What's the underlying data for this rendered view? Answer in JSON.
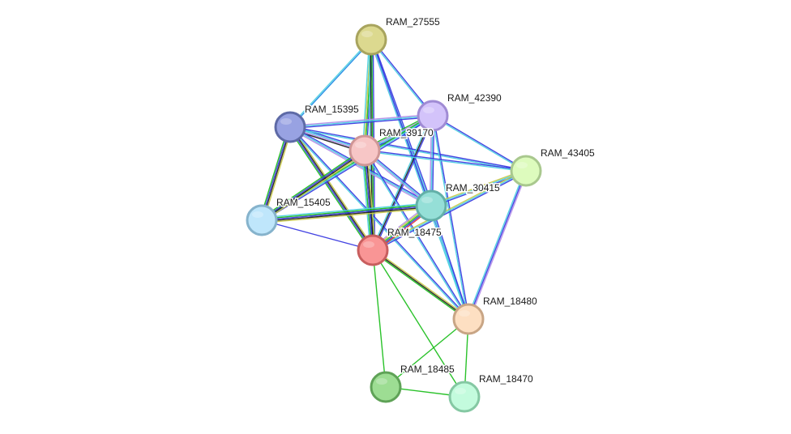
{
  "nodes": [
    {
      "id": "RAM_27555",
      "label": "RAM_27555",
      "fill": "#dcd98f",
      "stroke": "#a8a45e"
    },
    {
      "id": "RAM_15395",
      "label": "RAM_15395",
      "fill": "#98a2e2",
      "stroke": "#5e6aa6"
    },
    {
      "id": "RAM_42390",
      "label": "RAM_42390",
      "fill": "#d3c3fa",
      "stroke": "#a08bd4"
    },
    {
      "id": "RAM_39170",
      "label": "RAM_39170",
      "fill": "#f7c6c6",
      "stroke": "#cf9696"
    },
    {
      "id": "RAM_43405",
      "label": "RAM_43405",
      "fill": "#ddfbbd",
      "stroke": "#a9c88e"
    },
    {
      "id": "RAM_30415",
      "label": "RAM_30415",
      "fill": "#95dfd7",
      "stroke": "#63b0a8"
    },
    {
      "id": "RAM_15405",
      "label": "RAM_15405",
      "fill": "#bfe6fb",
      "stroke": "#86b3cc"
    },
    {
      "id": "RAM_18475",
      "label": "RAM_18475",
      "fill": "#f99595",
      "stroke": "#c85e5e"
    },
    {
      "id": "RAM_18480",
      "label": "RAM_18480",
      "fill": "#fddfc2",
      "stroke": "#c8a585"
    },
    {
      "id": "RAM_18485",
      "label": "RAM_18485",
      "fill": "#9ddd93",
      "stroke": "#5fa257"
    },
    {
      "id": "RAM_18470",
      "label": "RAM_18470",
      "fill": "#c3fbdd",
      "stroke": "#85c8a3"
    }
  ],
  "edges": [
    {
      "source": "RAM_27555",
      "target": "RAM_15395",
      "colors": [
        "#1e88e5",
        "#4dd0e1"
      ]
    },
    {
      "source": "RAM_27555",
      "target": "RAM_42390",
      "colors": [
        "#3a3ae0",
        "#4dd0e1"
      ]
    },
    {
      "source": "RAM_27555",
      "target": "RAM_39170",
      "colors": [
        "#3a3ae0",
        "#1fbf1f",
        "#c8c84a",
        "#4dd0e1"
      ]
    },
    {
      "source": "RAM_27555",
      "target": "RAM_18475",
      "colors": [
        "#3a3ae0",
        "#1fbf1f",
        "#222222",
        "#4dd0e1"
      ]
    },
    {
      "source": "RAM_27555",
      "target": "RAM_30415",
      "colors": [
        "#3a3ae0",
        "#4dd0e1",
        "#b48ee8"
      ]
    },
    {
      "source": "RAM_27555",
      "target": "RAM_18480",
      "colors": [
        "#3a3ae0",
        "#4dd0e1"
      ]
    },
    {
      "source": "RAM_15395",
      "target": "RAM_42390",
      "colors": [
        "#b48ee8",
        "#4dd0e1",
        "#3a3ae0"
      ]
    },
    {
      "source": "RAM_15395",
      "target": "RAM_39170",
      "colors": [
        "#3a3ae0",
        "#4dd0e1",
        "#b48ee8",
        "#222222"
      ]
    },
    {
      "source": "RAM_15395",
      "target": "RAM_43405",
      "colors": [
        "#3a3ae0",
        "#4dd0e1"
      ]
    },
    {
      "source": "RAM_15395",
      "target": "RAM_30415",
      "colors": [
        "#3a3ae0",
        "#4dd0e1",
        "#b48ee8"
      ]
    },
    {
      "source": "RAM_15395",
      "target": "RAM_15405",
      "colors": [
        "#c8c84a",
        "#222222",
        "#3a3ae0",
        "#1fbf1f"
      ]
    },
    {
      "source": "RAM_15395",
      "target": "RAM_18475",
      "colors": [
        "#c8c84a",
        "#222222",
        "#3a3ae0",
        "#1fbf1f"
      ]
    },
    {
      "source": "RAM_15395",
      "target": "RAM_18480",
      "colors": [
        "#3a3ae0",
        "#4dd0e1"
      ]
    },
    {
      "source": "RAM_42390",
      "target": "RAM_39170",
      "colors": [
        "#3a3ae0",
        "#4dd0e1",
        "#b48ee8",
        "#1fbf1f"
      ]
    },
    {
      "source": "RAM_42390",
      "target": "RAM_43405",
      "colors": [
        "#3a3ae0",
        "#4dd0e1"
      ]
    },
    {
      "source": "RAM_42390",
      "target": "RAM_30415",
      "colors": [
        "#3a3ae0",
        "#4dd0e1",
        "#b48ee8"
      ]
    },
    {
      "source": "RAM_42390",
      "target": "RAM_15405",
      "colors": [
        "#3a3ae0",
        "#4dd0e1",
        "#1fbf1f"
      ]
    },
    {
      "source": "RAM_42390",
      "target": "RAM_18475",
      "colors": [
        "#3a3ae0",
        "#222222",
        "#4dd0e1"
      ]
    },
    {
      "source": "RAM_42390",
      "target": "RAM_18480",
      "colors": [
        "#3a3ae0",
        "#4dd0e1"
      ]
    },
    {
      "source": "RAM_39170",
      "target": "RAM_43405",
      "colors": [
        "#3a3ae0",
        "#4dd0e1"
      ]
    },
    {
      "source": "RAM_39170",
      "target": "RAM_30415",
      "colors": [
        "#3a3ae0",
        "#4dd0e1",
        "#b48ee8"
      ]
    },
    {
      "source": "RAM_39170",
      "target": "RAM_15405",
      "colors": [
        "#c8c84a",
        "#222222",
        "#3a3ae0",
        "#1fbf1f"
      ]
    },
    {
      "source": "RAM_39170",
      "target": "RAM_18475",
      "colors": [
        "#c8c84a",
        "#222222",
        "#3a3ae0",
        "#1fbf1f",
        "#4dd0e1"
      ]
    },
    {
      "source": "RAM_39170",
      "target": "RAM_18480",
      "colors": [
        "#3a3ae0",
        "#4dd0e1"
      ]
    },
    {
      "source": "RAM_43405",
      "target": "RAM_30415",
      "colors": [
        "#3a3ae0",
        "#4dd0e1",
        "#c8c84a"
      ]
    },
    {
      "source": "RAM_43405",
      "target": "RAM_18475",
      "colors": [
        "#3a3ae0",
        "#4dd0e1",
        "#c8c84a"
      ]
    },
    {
      "source": "RAM_43405",
      "target": "RAM_18480",
      "colors": [
        "#b48ee8",
        "#3a3ae0",
        "#4dd0e1"
      ]
    },
    {
      "source": "RAM_30415",
      "target": "RAM_15405",
      "colors": [
        "#c8c84a",
        "#222222",
        "#3a3ae0",
        "#1fbf1f",
        "#4dd0e1"
      ]
    },
    {
      "source": "RAM_30415",
      "target": "RAM_18475",
      "colors": [
        "#e53935",
        "#3a3ae0",
        "#1fbf1f",
        "#c8c84a",
        "#b48ee8"
      ]
    },
    {
      "source": "RAM_30415",
      "target": "RAM_18480",
      "colors": [
        "#3a3ae0",
        "#4dd0e1"
      ]
    },
    {
      "source": "RAM_15405",
      "target": "RAM_18475",
      "colors": [
        "#3a3ae0"
      ]
    },
    {
      "source": "RAM_18475",
      "target": "RAM_18480",
      "colors": [
        "#c8c84a",
        "#222222",
        "#1fbf1f"
      ]
    },
    {
      "source": "RAM_18475",
      "target": "RAM_18485",
      "colors": [
        "#1fbf1f"
      ]
    },
    {
      "source": "RAM_18475",
      "target": "RAM_18470",
      "colors": [
        "#1fbf1f"
      ]
    },
    {
      "source": "RAM_18480",
      "target": "RAM_18485",
      "colors": [
        "#1fbf1f"
      ]
    },
    {
      "source": "RAM_18480",
      "target": "RAM_18470",
      "colors": [
        "#1fbf1f"
      ]
    },
    {
      "source": "RAM_18485",
      "target": "RAM_18470",
      "colors": [
        "#1fbf1f"
      ]
    }
  ]
}
